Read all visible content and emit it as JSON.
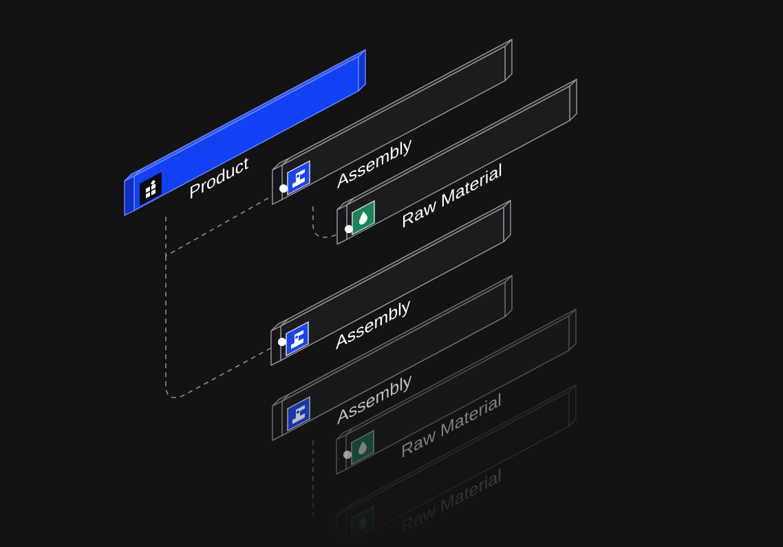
{
  "colors": {
    "background": "#131314",
    "product_fill": "#1241f4",
    "product_edge": "#6d88ff",
    "block_fill": "#1c1c1e",
    "block_edge": "#9a9a9e",
    "assembly_icon": "#1b45e8",
    "material_icon": "#18855a",
    "connector": "#8a8a8e",
    "dot": "#ffffff"
  },
  "nodes": [
    {
      "id": "product",
      "kind": "product",
      "label": "Product",
      "icon": "grid-blocks-icon",
      "opacity": 1
    },
    {
      "id": "assembly-1",
      "kind": "assembly",
      "label": "Assembly",
      "icon": "robot-arm-icon",
      "opacity": 1
    },
    {
      "id": "raw-material-1",
      "kind": "material",
      "label": "Raw Material",
      "icon": "droplet-icon",
      "opacity": 1
    },
    {
      "id": "assembly-2",
      "kind": "assembly",
      "label": "Assembly",
      "icon": "robot-arm-icon",
      "opacity": 1
    },
    {
      "id": "assembly-3",
      "kind": "assembly",
      "label": "Assembly",
      "icon": "robot-arm-icon",
      "opacity": 0.72
    },
    {
      "id": "raw-material-2",
      "kind": "material",
      "label": "Raw Material",
      "icon": "droplet-icon",
      "opacity": 0.45
    },
    {
      "id": "raw-material-3",
      "kind": "material",
      "label": "Raw Material",
      "icon": "droplet-icon",
      "opacity": 0.18
    }
  ]
}
